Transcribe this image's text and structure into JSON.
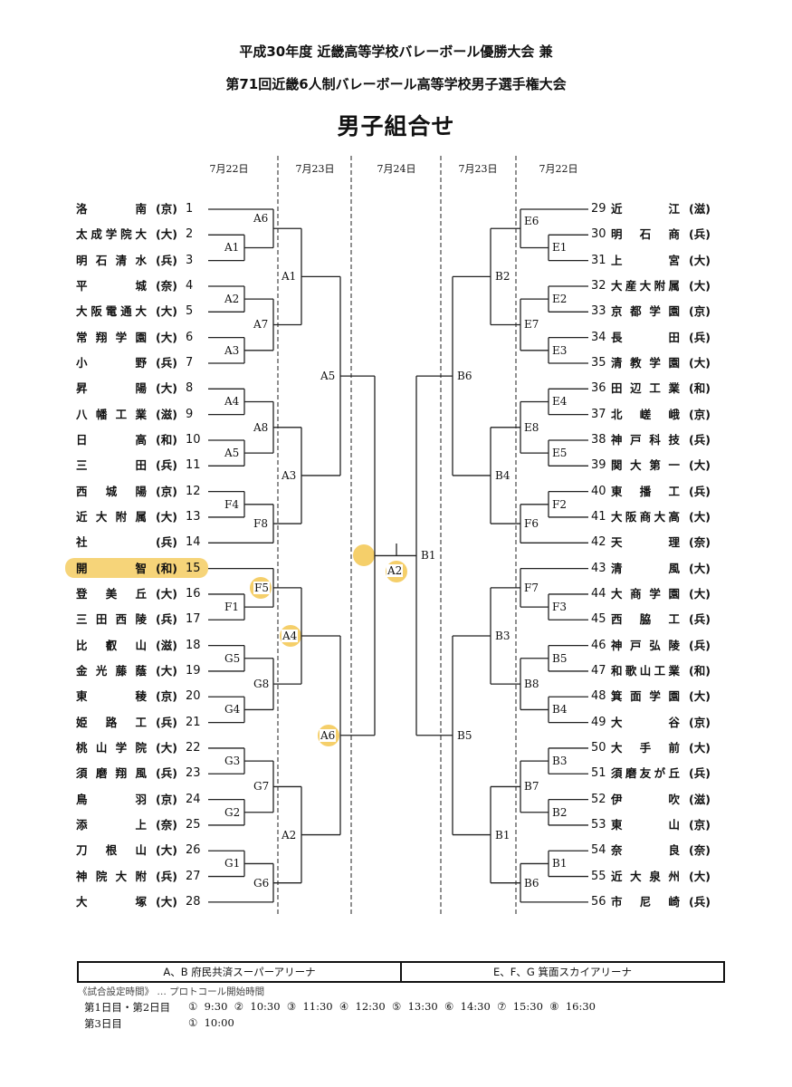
{
  "header": {
    "line1": "平成30年度 近畿高等学校バレーボール優勝大会 兼",
    "line2": "第71回近畿6人制バレーボール高等学校男子選手権大会",
    "line3": "男子組合せ"
  },
  "dates": {
    "left_r1": "7月22日",
    "left_r2": "7月23日",
    "final": "7月24日",
    "right_r2": "7月23日",
    "right_r1": "7月22日"
  },
  "left_teams": [
    {
      "n": "1",
      "name": "洛南",
      "pref": "(京)"
    },
    {
      "n": "2",
      "name": "太成学院大",
      "pref": "(大)"
    },
    {
      "n": "3",
      "name": "明石清水",
      "pref": "(兵)"
    },
    {
      "n": "4",
      "name": "平城",
      "pref": "(奈)"
    },
    {
      "n": "5",
      "name": "大阪電通大",
      "pref": "(大)"
    },
    {
      "n": "6",
      "name": "常翔学園",
      "pref": "(大)"
    },
    {
      "n": "7",
      "name": "小野",
      "pref": "(兵)"
    },
    {
      "n": "8",
      "name": "昇陽",
      "pref": "(大)"
    },
    {
      "n": "9",
      "name": "八幡工業",
      "pref": "(滋)"
    },
    {
      "n": "10",
      "name": "日高",
      "pref": "(和)"
    },
    {
      "n": "11",
      "name": "三田",
      "pref": "(兵)"
    },
    {
      "n": "12",
      "name": "西城陽",
      "pref": "(京)"
    },
    {
      "n": "13",
      "name": "近大附属",
      "pref": "(大)"
    },
    {
      "n": "14",
      "name": "社",
      "pref": "(兵)"
    },
    {
      "n": "15",
      "name": "開智",
      "pref": "(和)"
    },
    {
      "n": "16",
      "name": "登美丘",
      "pref": "(大)"
    },
    {
      "n": "17",
      "name": "三田西陵",
      "pref": "(兵)"
    },
    {
      "n": "18",
      "name": "比叡山",
      "pref": "(滋)"
    },
    {
      "n": "19",
      "name": "金光藤蔭",
      "pref": "(大)"
    },
    {
      "n": "20",
      "name": "東稜",
      "pref": "(京)"
    },
    {
      "n": "21",
      "name": "姫路工",
      "pref": "(兵)"
    },
    {
      "n": "22",
      "name": "桃山学院",
      "pref": "(大)"
    },
    {
      "n": "23",
      "name": "須磨翔風",
      "pref": "(兵)"
    },
    {
      "n": "24",
      "name": "鳥羽",
      "pref": "(京)"
    },
    {
      "n": "25",
      "name": "添上",
      "pref": "(奈)"
    },
    {
      "n": "26",
      "name": "刀根山",
      "pref": "(大)"
    },
    {
      "n": "27",
      "name": "神院大附",
      "pref": "(兵)"
    },
    {
      "n": "28",
      "name": "大塚",
      "pref": "(大)"
    }
  ],
  "right_teams": [
    {
      "n": "29",
      "name": "近江",
      "pref": "(滋)"
    },
    {
      "n": "30",
      "name": "明石商",
      "pref": "(兵)"
    },
    {
      "n": "31",
      "name": "上宮",
      "pref": "(大)"
    },
    {
      "n": "32",
      "name": "大産大附属",
      "pref": "(大)"
    },
    {
      "n": "33",
      "name": "京都学園",
      "pref": "(京)"
    },
    {
      "n": "34",
      "name": "長田",
      "pref": "(兵)"
    },
    {
      "n": "35",
      "name": "清教学園",
      "pref": "(大)"
    },
    {
      "n": "36",
      "name": "田辺工業",
      "pref": "(和)"
    },
    {
      "n": "37",
      "name": "北嵯峨",
      "pref": "(京)"
    },
    {
      "n": "38",
      "name": "神戸科技",
      "pref": "(兵)"
    },
    {
      "n": "39",
      "name": "関大第一",
      "pref": "(大)"
    },
    {
      "n": "40",
      "name": "東播工",
      "pref": "(兵)"
    },
    {
      "n": "41",
      "name": "大阪商大高",
      "pref": "(大)"
    },
    {
      "n": "42",
      "name": "天理",
      "pref": "(奈)"
    },
    {
      "n": "43",
      "name": "清風",
      "pref": "(大)"
    },
    {
      "n": "44",
      "name": "大商学園",
      "pref": "(大)"
    },
    {
      "n": "45",
      "name": "西脇工",
      "pref": "(兵)"
    },
    {
      "n": "46",
      "name": "神戸弘陵",
      "pref": "(兵)"
    },
    {
      "n": "47",
      "name": "和歌山工業",
      "pref": "(和)"
    },
    {
      "n": "48",
      "name": "箕面学園",
      "pref": "(大)"
    },
    {
      "n": "49",
      "name": "大谷",
      "pref": "(京)"
    },
    {
      "n": "50",
      "name": "大手前",
      "pref": "(大)"
    },
    {
      "n": "51",
      "name": "須磨友が丘",
      "pref": "(兵)"
    },
    {
      "n": "52",
      "name": "伊吹",
      "pref": "(滋)"
    },
    {
      "n": "53",
      "name": "東山",
      "pref": "(京)"
    },
    {
      "n": "54",
      "name": "奈良",
      "pref": "(奈)"
    },
    {
      "n": "55",
      "name": "近大泉州",
      "pref": "(大)"
    },
    {
      "n": "56",
      "name": "市尼崎",
      "pref": "(兵)"
    }
  ],
  "match_labels": {
    "A6a": "A6",
    "A1a": "A1",
    "A2a": "A2",
    "A7": "A7",
    "A3a": "A3",
    "A4a": "A4",
    "A8": "A8",
    "A5a": "A5",
    "A3b": "A3",
    "F4": "F4",
    "F8": "F8",
    "A5b": "A5",
    "A1f": "A1",
    "A2f": "A2",
    "F5": "F5",
    "F1": "F1",
    "A4b": "A4",
    "G5": "G5",
    "G8": "G8",
    "G4": "G4",
    "A6b": "A6",
    "G3": "G3",
    "G7": "G7",
    "G2": "G2",
    "A2b": "A2",
    "G1": "G1",
    "G6": "G6",
    "E6": "E6",
    "E1": "E1",
    "B2a": "B2",
    "E2": "E2",
    "E7": "E7",
    "E3": "E3",
    "B6": "B6",
    "E4": "E4",
    "E8": "E8",
    "E5": "E5",
    "B4": "B4",
    "F2": "F2",
    "F6": "F6",
    "B1f": "B1",
    "F7": "F7",
    "F3": "F3",
    "B3": "B3",
    "B5a": "B5",
    "B8": "B8",
    "B4b": "B4",
    "B5b": "B5",
    "B3b": "B3",
    "B7": "B7",
    "B2b": "B2",
    "B1b": "B1",
    "B1c": "B1",
    "B6b": "B6"
  },
  "venues": {
    "left": "A、B  府民共済スーパーアリーナ",
    "right": "E、F、G  箕面スカイアリーナ"
  },
  "schedule": {
    "header": "《試合設定時間》 … プロトコール開始時間",
    "day12_label": "第1日目・第2日目",
    "day12_times": "①  9:30  ②  10:30  ③  11:30  ④  12:30  ⑤  13:30  ⑥  14:30  ⑦  15:30  ⑧  16:30",
    "day3_label": "第3日目",
    "day3_times": "①  10:00"
  },
  "highlight_color": "#f5cf6a"
}
